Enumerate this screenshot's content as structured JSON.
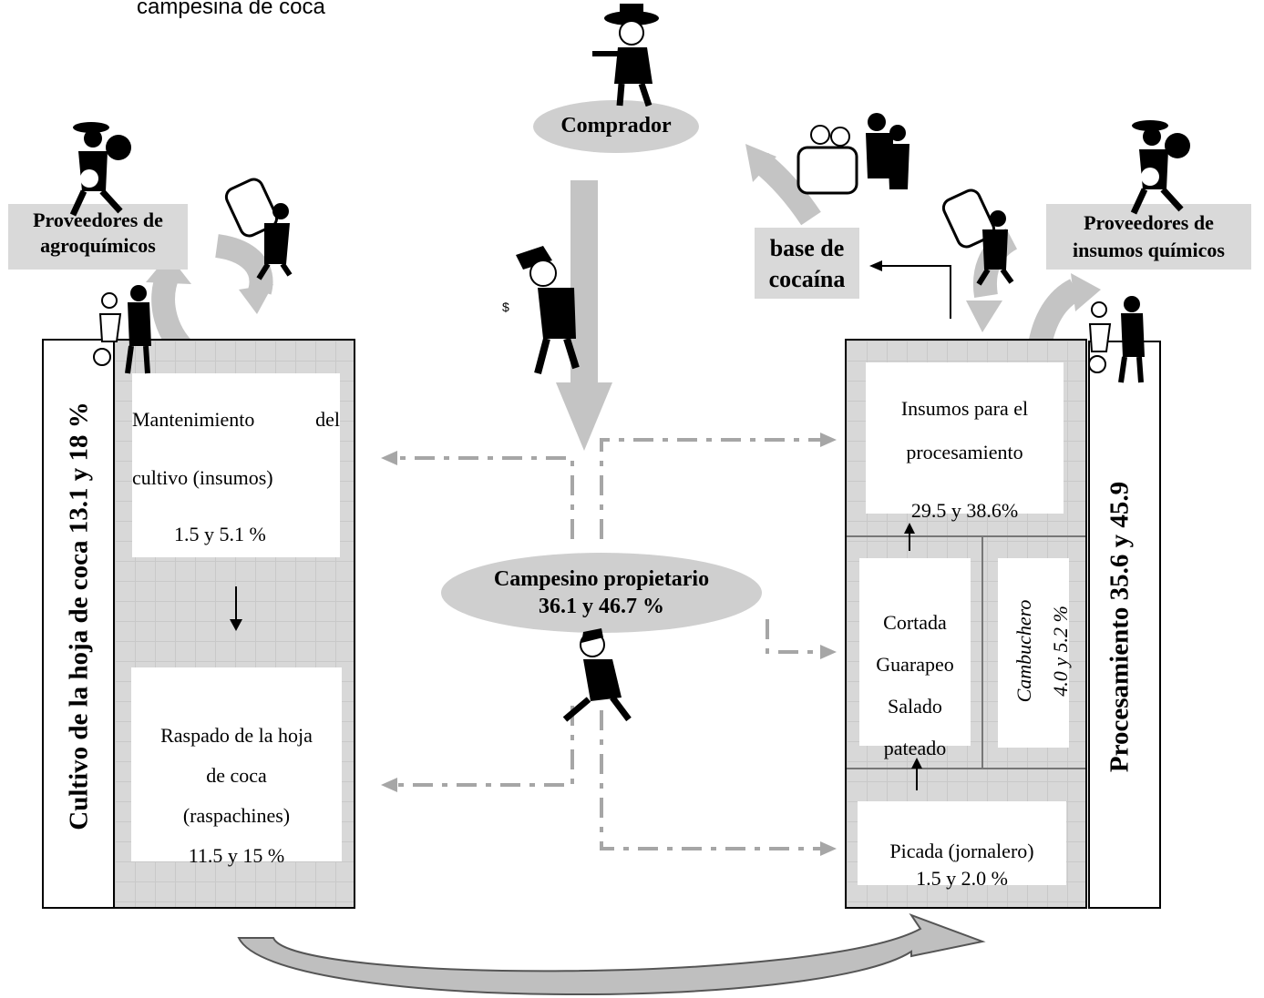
{
  "top_caption": "campesina de coca",
  "left_panel": {
    "vertical_title": "Cultivo de la hoja de coca  13.1 y 18 %",
    "box1_line1_a": "Mantenimiento",
    "box1_line1_b": "del",
    "box1_line2": "cultivo (insumos)",
    "box1_value": "1.5  y  5.1 %",
    "box2_line1": "Raspado de la hoja",
    "box2_line2": "de coca",
    "box2_line3": "(raspachines)",
    "box2_value": "11.5 y 15 %"
  },
  "right_panel": {
    "vertical_title": "Procesamiento 35.6 y 45.9",
    "insumos_line1": "Insumos para el",
    "insumos_line2": "procesamiento",
    "insumos_value": "29.5 y 38.6%",
    "steps": [
      "Cortada",
      "Guarapeo",
      "Salado",
      "pateado"
    ],
    "cambuchero": "Cambuchero",
    "cambuchero_value": "4.0 y 5.2 %",
    "picada_label": "Picada (jornalero)",
    "picada_value": "1.5 y 2.0 %"
  },
  "center": {
    "comprador": "Comprador",
    "campesino_line1": "Campesino  propietario",
    "campesino_line2": "36.1 y 46.7 %",
    "dollar": "$"
  },
  "labels": {
    "proveedores_agro_line1": "Proveedores de",
    "proveedores_agro_line2": "agroquímicos",
    "proveedores_insumos_line1": "Proveedores de",
    "proveedores_insumos_line2": "insumos químicos",
    "base_line1": "base de",
    "base_line2": "cocaína"
  }
}
